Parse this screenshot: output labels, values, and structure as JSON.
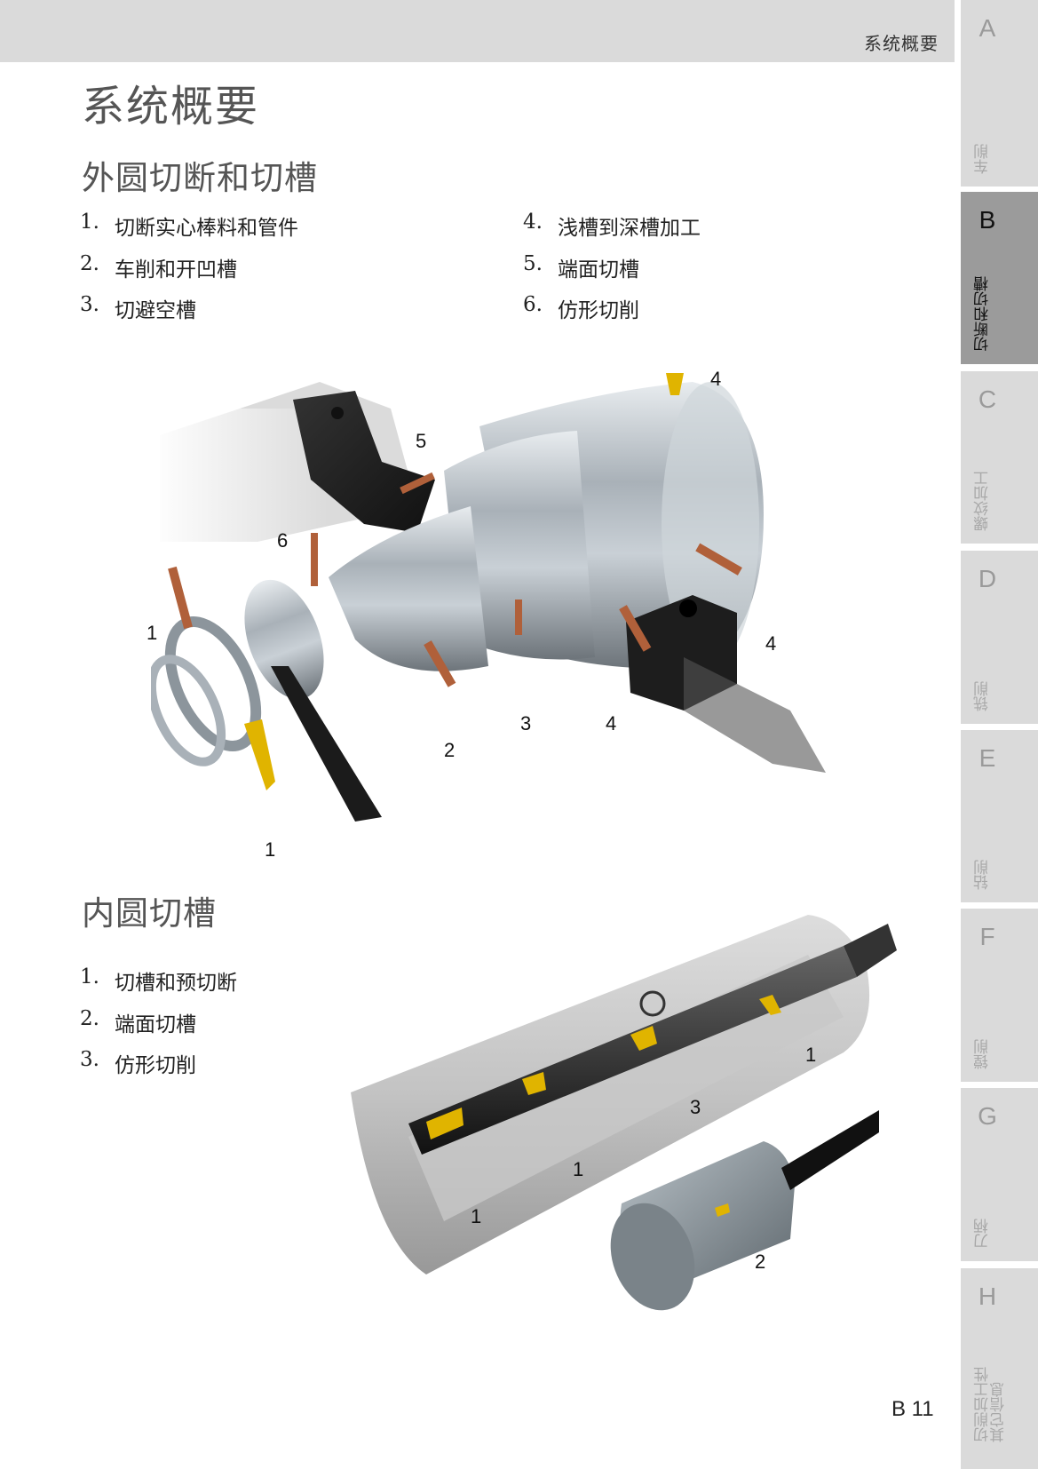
{
  "header": {
    "title": "系统概要"
  },
  "tabs": [
    {
      "letter": "A",
      "label": "车削",
      "active": false
    },
    {
      "letter": "B",
      "label": "切断和切槽",
      "active": true
    },
    {
      "letter": "C",
      "label": "螺纹加工",
      "active": false
    },
    {
      "letter": "D",
      "label": "铣削",
      "active": false
    },
    {
      "letter": "E",
      "label": "钻削",
      "active": false
    },
    {
      "letter": "F",
      "label": "镗削",
      "active": false
    },
    {
      "letter": "G",
      "label": "刀柄",
      "active": false
    },
    {
      "letter": "H",
      "label": "切削加工性\n其它信息",
      "active": false
    }
  ],
  "page_title": "系统概要",
  "external": {
    "title": "外圆切断和切槽",
    "items_left": [
      {
        "num": "1.",
        "text": "切断实心棒料和管件"
      },
      {
        "num": "2.",
        "text": "车削和开凹槽"
      },
      {
        "num": "3.",
        "text": "切避空槽"
      }
    ],
    "items_right": [
      {
        "num": "4.",
        "text": "浅槽到深槽加工"
      },
      {
        "num": "5.",
        "text": "端面切槽"
      },
      {
        "num": "6.",
        "text": "仿形切削"
      }
    ],
    "callouts": [
      "4",
      "5",
      "6",
      "1",
      "4",
      "2",
      "3",
      "4",
      "1"
    ]
  },
  "internal": {
    "title": "内圆切槽",
    "items": [
      {
        "num": "1.",
        "text": "切槽和预切断"
      },
      {
        "num": "2.",
        "text": "端面切槽"
      },
      {
        "num": "3.",
        "text": "仿形切削"
      }
    ],
    "callouts": [
      "1",
      "3",
      "1",
      "1",
      "2"
    ]
  },
  "page_number": "B 11",
  "colors": {
    "header_bg": "#dadada",
    "tab_bg": "#dadada",
    "tab_active_bg": "#9b9b9b",
    "insert_copper": "#b0603a",
    "insert_gold": "#e0b400"
  }
}
